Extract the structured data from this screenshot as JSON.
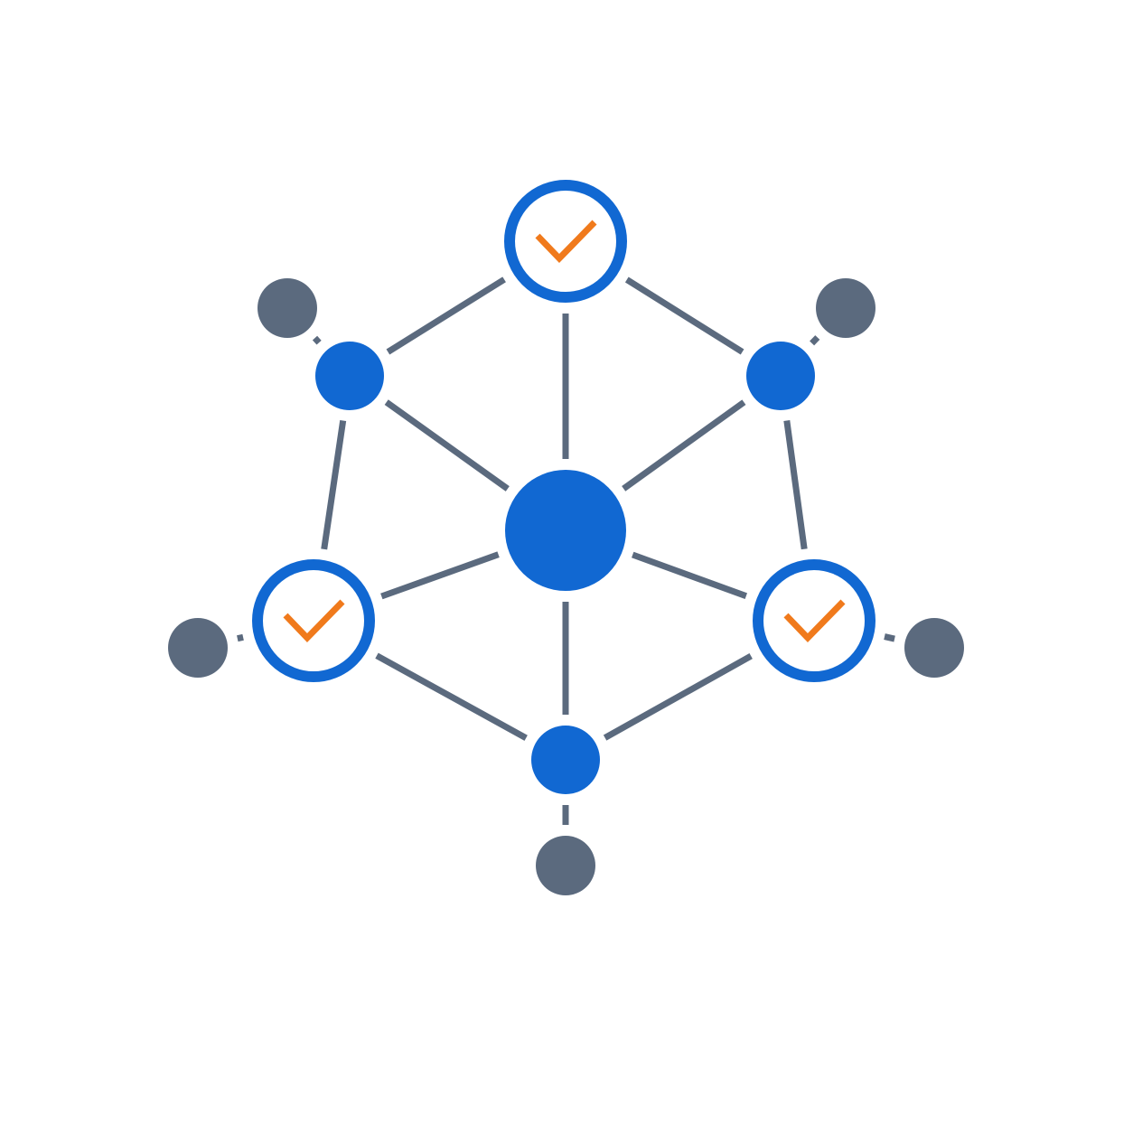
{
  "colors": {
    "background": "#ffffff",
    "edge": "#5b6a7e",
    "hub": "#1168d2",
    "node": "#1168d2",
    "verified_ring": "#1168d2",
    "verified_fill": "#ffffff",
    "check": "#f07a1c",
    "leaf": "#5b6a7e"
  },
  "icons": {
    "verified_node": "check-icon"
  },
  "nodes": [
    {
      "id": "hub",
      "kind": "hub"
    },
    {
      "id": "top",
      "kind": "verified"
    },
    {
      "id": "upper-left",
      "kind": "node"
    },
    {
      "id": "upper-right",
      "kind": "node"
    },
    {
      "id": "lower-left",
      "kind": "verified"
    },
    {
      "id": "lower-right",
      "kind": "verified"
    },
    {
      "id": "bottom",
      "kind": "node"
    },
    {
      "id": "leaf-upper-left",
      "kind": "leaf"
    },
    {
      "id": "leaf-upper-right",
      "kind": "leaf"
    },
    {
      "id": "leaf-left",
      "kind": "leaf"
    },
    {
      "id": "leaf-right",
      "kind": "leaf"
    },
    {
      "id": "leaf-bottom",
      "kind": "leaf"
    }
  ],
  "edges": [
    [
      "hub",
      "top"
    ],
    [
      "hub",
      "upper-left"
    ],
    [
      "hub",
      "upper-right"
    ],
    [
      "hub",
      "lower-left"
    ],
    [
      "hub",
      "lower-right"
    ],
    [
      "hub",
      "bottom"
    ],
    [
      "top",
      "upper-left"
    ],
    [
      "top",
      "upper-right"
    ],
    [
      "upper-left",
      "lower-left"
    ],
    [
      "upper-right",
      "lower-right"
    ],
    [
      "lower-left",
      "bottom"
    ],
    [
      "lower-right",
      "bottom"
    ],
    [
      "upper-left",
      "leaf-upper-left"
    ],
    [
      "upper-right",
      "leaf-upper-right"
    ],
    [
      "lower-left",
      "leaf-left"
    ],
    [
      "lower-right",
      "leaf-right"
    ],
    [
      "bottom",
      "leaf-bottom"
    ]
  ]
}
